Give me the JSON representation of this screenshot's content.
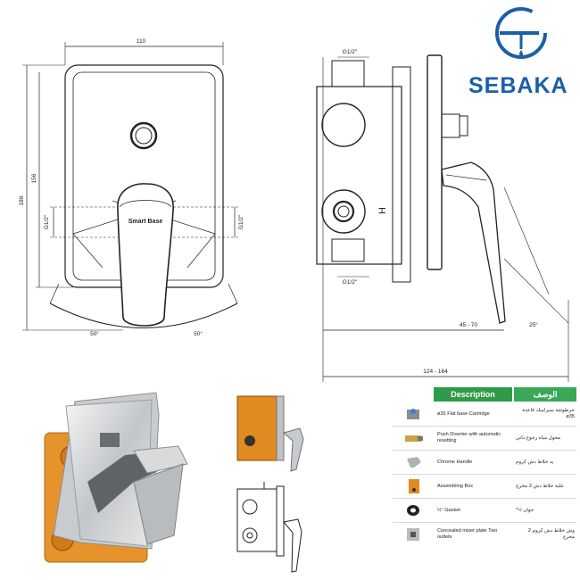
{
  "brand": {
    "name": "SEBAKA"
  },
  "drawing": {
    "front": {
      "width_label": "110",
      "height_outer_label": "189",
      "height_inner_label": "156",
      "left_thread_label": "G1/2\"",
      "right_thread_label": "G1/2\"",
      "handle_text": "Smart Base",
      "angle_left": "50°",
      "angle_right": "50°"
    },
    "side": {
      "top_thread_label": "G1/2\"",
      "bottom_thread_label": "G1/2\"",
      "h_label": "H",
      "depth_label": "124 - 164",
      "range_label": "45 - 70",
      "angle_label": "25°"
    }
  },
  "table": {
    "header_desc": "Description",
    "header_ar": "الوصف",
    "rows": [
      {
        "icon": "cartridge-icon",
        "en": "ø35 Flat base Cartridge",
        "ar": "خرطوشة سيراميك قاعدة ø35"
      },
      {
        "icon": "diverter-icon",
        "en": "Push Diverter with automatic resetting",
        "ar": "محول مياه رجوع ذاتي"
      },
      {
        "icon": "handle-icon",
        "en": "Chrome Handle",
        "ar": "يد خلاط دش كروم"
      },
      {
        "icon": "box-icon",
        "en": "Assembling Box",
        "ar": "علبة خلاط دش 2 مخرج"
      },
      {
        "icon": "gasket-icon",
        "en": "½\" Gasket",
        "ar": "جوان ½\""
      },
      {
        "icon": "plate-icon",
        "en": "Concealed mixer plate Two outlets",
        "ar": "وش خلاط دش كروم 2 مخرج"
      }
    ]
  },
  "colors": {
    "brand_blue": "#1b5fa8",
    "header_green": "#2f9a48",
    "box_orange": "#e8952c"
  }
}
